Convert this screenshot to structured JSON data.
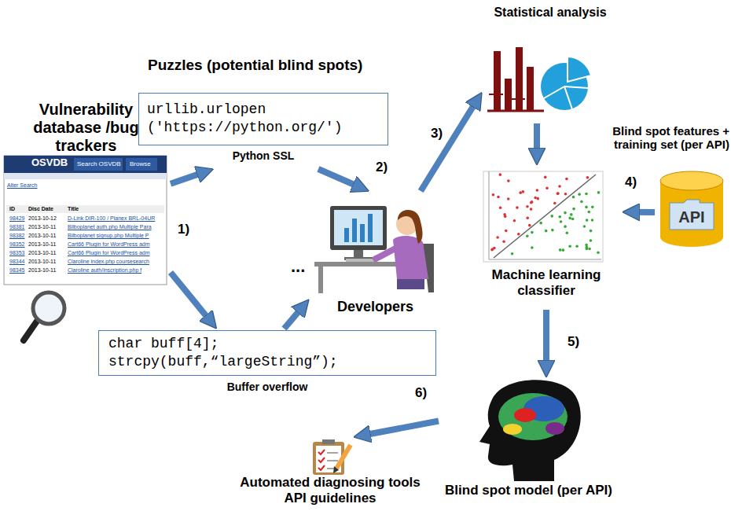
{
  "diagram": {
    "nodes": [
      {
        "text": [
          "Vulnerability database /bug trackers"
        ]
      },
      {
        "text": [
          "urllib.urlopen ('https://python.org/')",
          "Python SSL"
        ]
      },
      {
        "text": [
          "char buff[4]; strcpy(buff,“largeString”);",
          "Buffer overflow"
        ]
      },
      {
        "text": [
          "Developers"
        ]
      },
      {
        "text": [
          "Statistical analysis"
        ]
      },
      {
        "text": [
          "Machine learning classifier"
        ]
      },
      {
        "text": [
          "API"
        ]
      },
      {
        "text": [
          "Blind spot model (per API)"
        ]
      },
      {
        "text": [
          "Automated diagnosing tools API guidelines"
        ]
      }
    ],
    "edges": [
      {
        "from": 0,
        "to": 1,
        "arrow": "to"
      },
      {
        "from": 0,
        "to": 2,
        "arrow": "to"
      },
      {
        "from": 1,
        "to": 3,
        "arrow": "to"
      },
      {
        "from": 2,
        "to": 3,
        "arrow": "to"
      },
      {
        "from": 3,
        "to": 4,
        "arrow": "to"
      },
      {
        "from": 4,
        "to": 5,
        "arrow": "to"
      },
      {
        "from": 6,
        "to": 5,
        "arrow": "to"
      },
      {
        "from": 5,
        "to": 7,
        "arrow": "to"
      },
      {
        "from": 7,
        "to": 8,
        "arrow": "to"
      }
    ],
    "labels": [
      "Puzzles (potential blind spots)",
      "1)",
      "2)",
      "3)",
      "4)",
      "5)",
      "6)",
      "...",
      "Blind spot features + training set (per API)",
      "OSVDB",
      "Search OSVDB",
      "Browse",
      "Alter Search",
      "ID",
      "Disc Date",
      "Title",
      "98429",
      "2013-10-12",
      "D-Link DIR-100 / Planex BRL-04UR",
      "98381",
      "2013-10-11",
      "Bilboplanet auth.php Multiple Para",
      "98382",
      "2013-10-11",
      "Bilboplanet signup.php Multiple P",
      "98352",
      "2013-10-11",
      "Cart66 Plugin for WordPress adm",
      "98353",
      "2013-10-11",
      "Cart66 Plugin for WordPress adm",
      "98344",
      "2013-10-11",
      "Claroline index.php coursesearch",
      "98345",
      "2013-10-11",
      "Claroline auth/inscription.php f"
    ]
  }
}
